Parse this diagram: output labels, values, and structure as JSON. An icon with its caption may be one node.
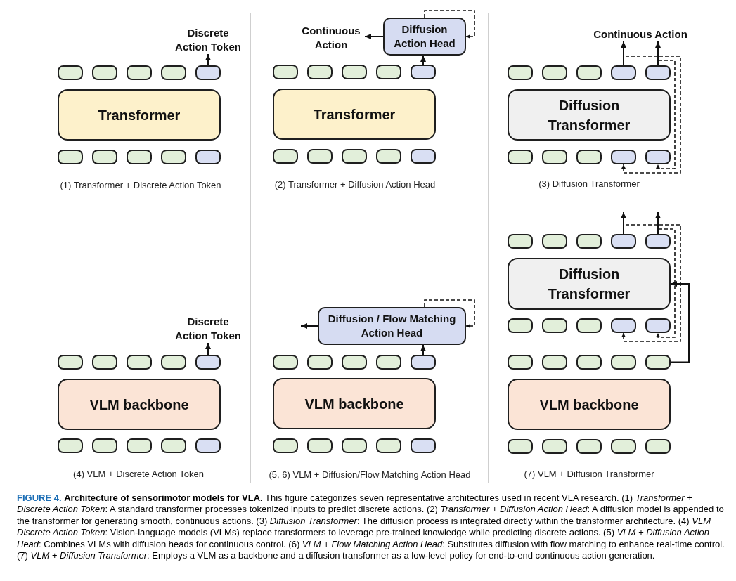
{
  "diagram": {
    "caption": "**FIGURE 4.** **Architecture of sensorimotor models for VLA.** This figure categorizes seven representative architectures used in recent VLA research. (1) *Transformer + Discrete Action Token*: A standard transformer processes tokenized inputs to predict discrete actions. (2) *Transformer + Diffusion Action Head*: A diffusion model is appended to the transformer for generating smooth, continuous actions. (3) *Diffusion Transformer*: The diffusion process is integrated directly within the transformer architecture. (4) *VLM + Discrete Action Token*: Vision-language models (VLMs) replace transformers to leverage pre-trained knowledge while predicting discrete actions. (5) *VLM + Diffusion Action Head*: Combines VLMs with diffusion heads for continuous control. (6) *VLM + Flow Matching Action Head*: Substitutes diffusion with flow matching to enhance real-time control. (7) *VLM + Diffusion Transformer*: Employs a VLM as a backbone and a diffusion transformer as a low-level policy for end-to-end continuous action generation.",
    "nodes": [
      {
        "text": [
          "Discrete Action Token"
        ]
      },
      {
        "text": [],
        "shape": "box"
      },
      {
        "text": [],
        "shape": "box"
      },
      {
        "text": [],
        "shape": "box"
      },
      {
        "text": [],
        "shape": "box"
      },
      {
        "text": [],
        "shape": "box"
      },
      {
        "text": [
          "Transformer"
        ]
      },
      {
        "text": [],
        "shape": "box"
      },
      {
        "text": [],
        "shape": "box"
      },
      {
        "text": [],
        "shape": "box"
      },
      {
        "text": [],
        "shape": "box"
      },
      {
        "text": [],
        "shape": "box"
      },
      {
        "text": [
          "Continuous Action"
        ]
      },
      {
        "text": [
          "Diffusion Action Head"
        ]
      },
      {
        "text": [],
        "shape": "box"
      },
      {
        "text": [],
        "shape": "box"
      },
      {
        "text": [],
        "shape": "box"
      },
      {
        "text": [],
        "shape": "box"
      },
      {
        "text": [],
        "shape": "box"
      },
      {
        "text": [
          "Transformer"
        ]
      },
      {
        "text": [],
        "shape": "box"
      },
      {
        "text": [],
        "shape": "box"
      },
      {
        "text": [],
        "shape": "box"
      },
      {
        "text": [],
        "shape": "box"
      },
      {
        "text": [],
        "shape": "box"
      },
      {
        "text": [
          "Continuous Action"
        ]
      },
      {
        "text": [],
        "shape": "box"
      },
      {
        "text": [],
        "shape": "box"
      },
      {
        "text": [],
        "shape": "box"
      },
      {
        "text": [],
        "shape": "box"
      },
      {
        "text": [],
        "shape": "box"
      },
      {
        "text": [
          "Diffusion Transformer"
        ]
      },
      {
        "text": [],
        "shape": "box"
      },
      {
        "text": [],
        "shape": "box"
      },
      {
        "text": [],
        "shape": "box"
      },
      {
        "text": [],
        "shape": "box"
      },
      {
        "text": [],
        "shape": "box"
      },
      {
        "text": [
          "Discrete Action Token"
        ]
      },
      {
        "text": [],
        "shape": "box"
      },
      {
        "text": [],
        "shape": "box"
      },
      {
        "text": [],
        "shape": "box"
      },
      {
        "text": [],
        "shape": "box"
      },
      {
        "text": [],
        "shape": "box"
      },
      {
        "text": [
          "VLM backbone"
        ]
      },
      {
        "text": [],
        "shape": "box"
      },
      {
        "text": [],
        "shape": "box"
      },
      {
        "text": [],
        "shape": "box"
      },
      {
        "text": [],
        "shape": "box"
      },
      {
        "text": [],
        "shape": "box"
      },
      {
        "text": [
          "Diffusion / Flow Matching Action Head"
        ]
      },
      {
        "text": [],
        "shape": "box"
      },
      {
        "text": [],
        "shape": "box"
      },
      {
        "text": [],
        "shape": "box"
      },
      {
        "text": [],
        "shape": "box"
      },
      {
        "text": [],
        "shape": "box"
      },
      {
        "text": [
          "VLM backbone"
        ]
      },
      {
        "text": [],
        "shape": "box"
      },
      {
        "text": [],
        "shape": "box"
      },
      {
        "text": [],
        "shape": "box"
      },
      {
        "text": [],
        "shape": "box"
      },
      {
        "text": [],
        "shape": "box"
      },
      {
        "text": [],
        "shape": "box"
      },
      {
        "text": [],
        "shape": "box"
      },
      {
        "text": [],
        "shape": "box"
      },
      {
        "text": [],
        "shape": "box"
      },
      {
        "text": [],
        "shape": "box"
      },
      {
        "text": [
          "Diffusion Transformer"
        ]
      },
      {
        "text": [],
        "shape": "box"
      },
      {
        "text": [],
        "shape": "box"
      },
      {
        "text": [],
        "shape": "box"
      },
      {
        "text": [],
        "shape": "box"
      },
      {
        "text": [],
        "shape": "box"
      },
      {
        "text": [],
        "shape": "box"
      },
      {
        "text": [],
        "shape": "box"
      },
      {
        "text": [],
        "shape": "box"
      },
      {
        "text": [],
        "shape": "box"
      },
      {
        "text": [],
        "shape": "box"
      },
      {
        "text": [
          "VLM backbone"
        ]
      },
      {
        "text": [],
        "shape": "box"
      },
      {
        "text": [],
        "shape": "box"
      },
      {
        "text": [],
        "shape": "box"
      },
      {
        "text": [],
        "shape": "box"
      },
      {
        "text": [],
        "shape": "box"
      }
    ],
    "edges": [
      {
        "from": 5,
        "to": 0,
        "arrow": "to"
      },
      {
        "from": 18,
        "to": 13,
        "arrow": "to"
      },
      {
        "from": 13,
        "to": 12,
        "arrow": "to"
      },
      {
        "from": 13,
        "to": 13,
        "arrow": "to",
        "style": "dashed"
      },
      {
        "from": 29,
        "to": 25,
        "arrow": "to"
      },
      {
        "from": 30,
        "to": 25,
        "arrow": "to"
      },
      {
        "from": 29,
        "to": 35,
        "arrow": "to",
        "style": "dashed"
      },
      {
        "from": 30,
        "to": 36,
        "arrow": "to",
        "style": "dashed"
      },
      {
        "from": 42,
        "to": 37,
        "arrow": "to"
      },
      {
        "from": 54,
        "to": 49,
        "arrow": "to"
      },
      {
        "from": 49,
        "to": null,
        "arrow": "to"
      },
      {
        "from": 49,
        "to": 49,
        "arrow": "to",
        "style": "dashed"
      },
      {
        "from": 64,
        "to": null,
        "arrow": "to"
      },
      {
        "from": 65,
        "to": null,
        "arrow": "to"
      },
      {
        "from": 64,
        "to": 70,
        "arrow": "to",
        "style": "dashed"
      },
      {
        "from": 65,
        "to": 71,
        "arrow": "to",
        "style": "dashed"
      },
      {
        "from": 76,
        "to": 66,
        "arrow": "to"
      }
    ],
    "labels": [
      "(1) Transformer + Discrete Action Token",
      "(2) Transformer + Diffusion Action Head",
      "(3) Diffusion Transformer",
      "(4) VLM + Discrete Action Token",
      "(5, 6) VLM + Diffusion/Flow Matching Action Head",
      "(7) VLM + Diffusion Transformer"
    ]
  }
}
